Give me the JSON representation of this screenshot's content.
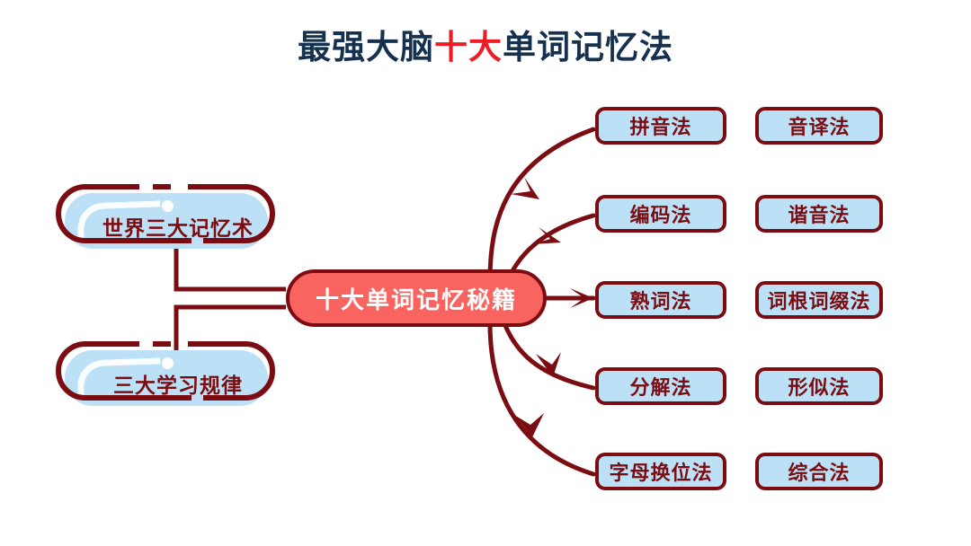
{
  "title": {
    "prefix": "最强大脑",
    "highlight": "十大",
    "suffix": "单词记忆法",
    "full": "最强大脑十大单词记忆法",
    "highlight_color": "#EE1C25",
    "base_color": "#16314E"
  },
  "palette": {
    "outline": "#7B0D12",
    "node_fill": "#F96461",
    "box_fill": "#BCE1F6",
    "background": "#FFFFFF"
  },
  "center": {
    "label": "十大单词记忆秘籍"
  },
  "left_branches": [
    {
      "label": "世界三大记忆术"
    },
    {
      "label": "三大学习规律"
    }
  ],
  "right_branches": [
    {
      "label": "拼音法",
      "pair": "音译法"
    },
    {
      "label": "编码法",
      "pair": "谐音法"
    },
    {
      "label": "熟词法",
      "pair": "词根词缀法"
    },
    {
      "label": "分解法",
      "pair": "形似法"
    },
    {
      "label": "字母换位法",
      "pair": "综合法"
    }
  ],
  "right_column_2": [
    {
      "label": "音译法"
    },
    {
      "label": "谐音法"
    },
    {
      "label": "词根词缀法"
    },
    {
      "label": "形似法"
    },
    {
      "label": "综合法"
    }
  ]
}
